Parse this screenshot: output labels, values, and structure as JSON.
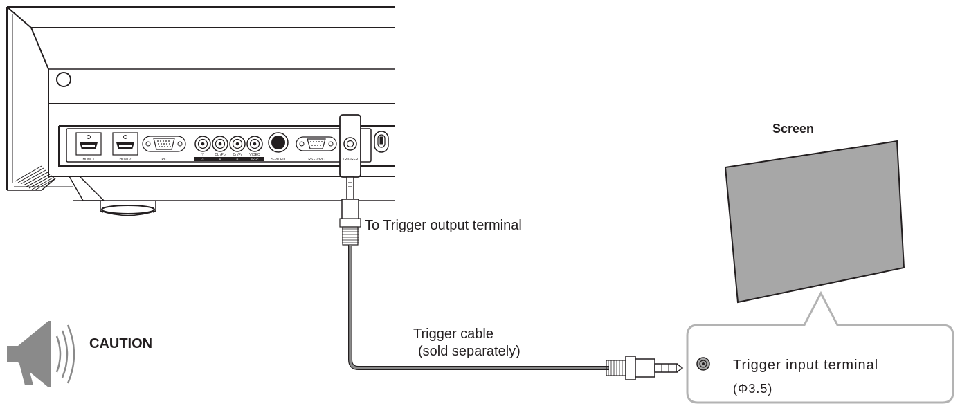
{
  "labels": {
    "screen": "Screen",
    "trigger_output": "To Trigger output terminal",
    "cable_line1": "Trigger cable",
    "cable_line2": "(sold separately)",
    "trigger_input": "Trigger input terminal",
    "trigger_input_size": "(Φ3.5)",
    "caution": "CAUTION"
  },
  "panel_labels": {
    "hdmi1": "HDMI 1",
    "hdmi2": "HDMI 2",
    "pc": "PC",
    "y": "Y",
    "cb_pb": "Cb /Pb",
    "cr_pr": "Cr /Pr",
    "video": "VIDEO",
    "g": "G",
    "b": "B",
    "r": "R",
    "sync": "SYNC",
    "svideo": "S-VIDEO",
    "rs232c": "RS - 232C",
    "trigger": "TRIGGER"
  },
  "colors": {
    "line": "#231f20",
    "cable": "#8a8a8a",
    "screen_fill": "#a7a7a7",
    "callout_border": "#b3b3b3"
  }
}
